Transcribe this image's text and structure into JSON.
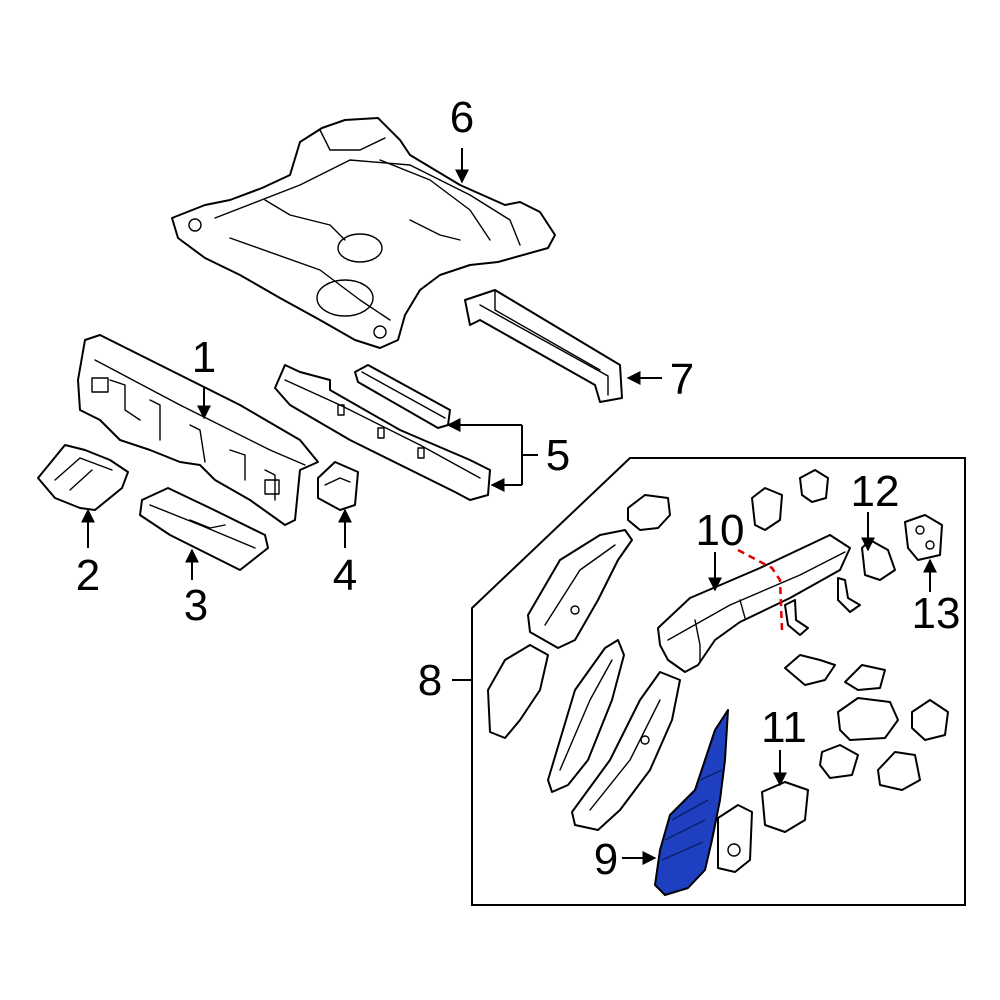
{
  "colors": {
    "line": "#000000",
    "highlight_fill": "#1e3fbf",
    "cut_line": "#e00000",
    "background": "#ffffff"
  },
  "callouts": {
    "c1": "1",
    "c2": "2",
    "c3": "3",
    "c4": "4",
    "c5": "5",
    "c6": "6",
    "c7": "7",
    "c8": "8",
    "c9": "9",
    "c10": "10",
    "c11": "11",
    "c12": "12",
    "c13": "13"
  },
  "highlighted_part": "9"
}
